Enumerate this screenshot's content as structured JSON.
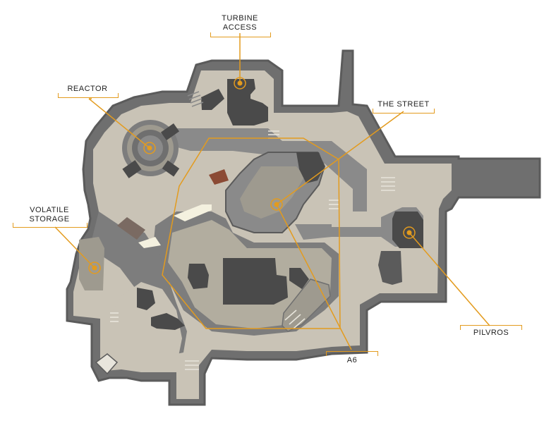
{
  "map": {
    "colors": {
      "outline": "#5b5b5b",
      "outer_wall": "#6f6f6f",
      "floor_light": "#c9c3b6",
      "floor_mid": "#b2ad9f",
      "floor_dark": "#9e9a8f",
      "corridor": "#7d7d7d",
      "block_dark": "#4a4a4a",
      "accent_orange": "#e39b1e",
      "highlight_white": "#f4f1df",
      "rust": "#8b4a34"
    },
    "callouts": [
      {
        "id": "turbine-access",
        "label": "TURBINE\nACCESS"
      },
      {
        "id": "reactor",
        "label": "REACTOR"
      },
      {
        "id": "the-street",
        "label": "THE STREET"
      },
      {
        "id": "volatile-storage",
        "label": "VOLATILE\nSTORAGE"
      },
      {
        "id": "pilvros",
        "label": "PILVROS"
      },
      {
        "id": "a6",
        "label": "A6"
      }
    ]
  }
}
